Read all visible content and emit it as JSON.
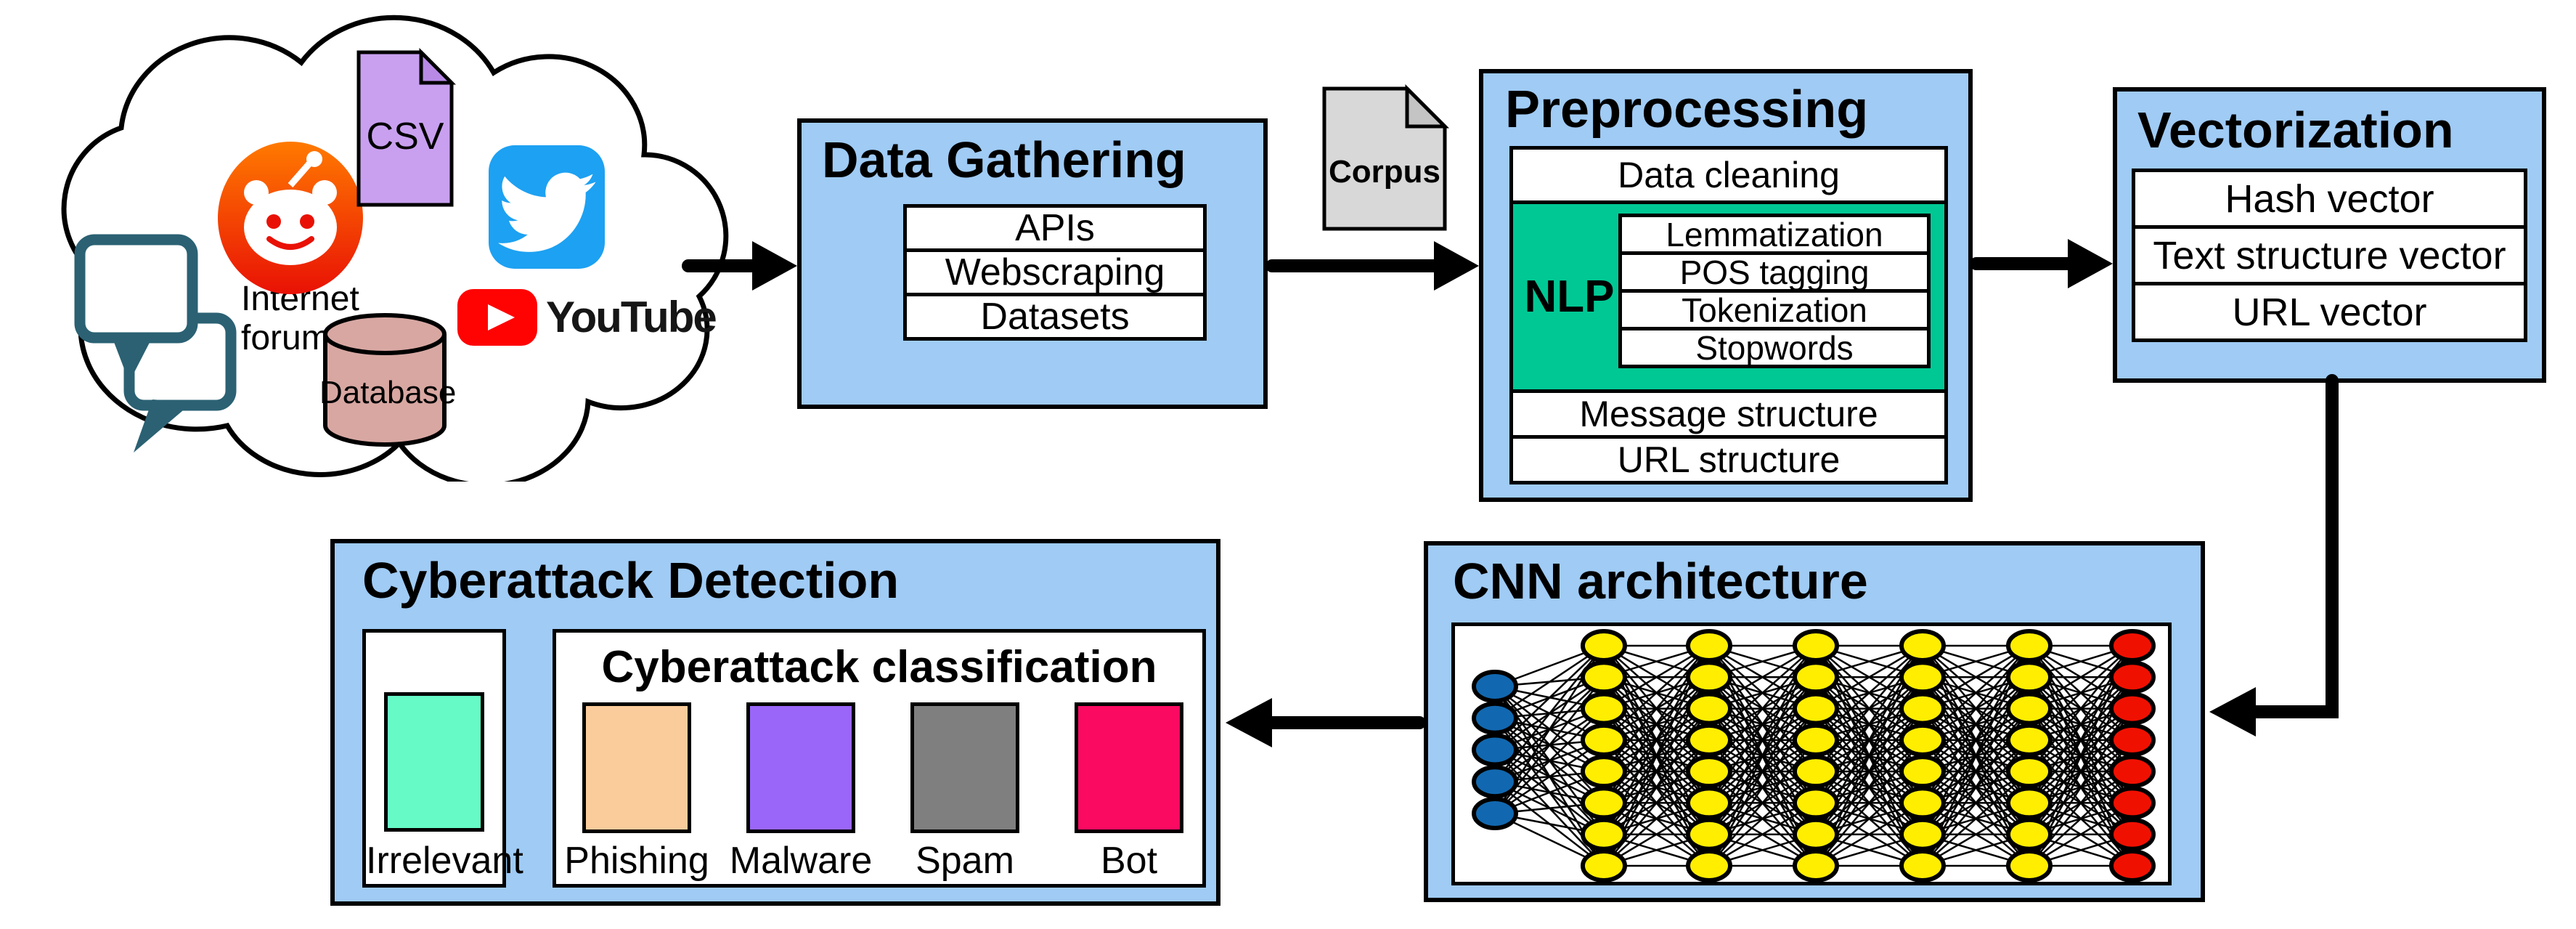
{
  "cloud": {
    "labels": {
      "internet_forums": "Internet forums",
      "csv": "CSV",
      "youtube": "YouTube",
      "database": "Database"
    }
  },
  "data_gathering": {
    "title": "Data Gathering",
    "items": [
      "APIs",
      "Webscraping",
      "Datasets"
    ]
  },
  "corpus": {
    "label": "Corpus"
  },
  "preprocessing": {
    "title": "Preprocessing",
    "data_cleaning": "Data cleaning",
    "nlp_label": "NLP",
    "nlp_items": [
      "Lemmatization",
      "POS tagging",
      "Tokenization",
      "Stopwords"
    ],
    "message_structure": "Message structure",
    "url_structure": "URL structure"
  },
  "vectorization": {
    "title": "Vectorization",
    "items": [
      "Hash vector",
      "Text structure vector",
      "URL vector"
    ]
  },
  "cnn": {
    "title": "CNN architecture",
    "network": {
      "input_nodes": 5,
      "hidden_layers": 5,
      "hidden_nodes_per_layer": 8,
      "output_nodes": 8,
      "input_color": "#1168b0",
      "hidden_color": "#ffee00",
      "output_color": "#f01000",
      "edge_color": "#000000"
    }
  },
  "detection": {
    "title": "Cyberattack Detection",
    "irrelevant_label": "Irrelevant",
    "irrelevant_color": "#66fbc6",
    "classification": {
      "title": "Cyberattack classification",
      "classes": [
        {
          "label": "Phishing",
          "color": "#fbcc9b"
        },
        {
          "label": "Malware",
          "color": "#9a66fa"
        },
        {
          "label": "Spam",
          "color": "#7f7f7f"
        },
        {
          "label": "Bot",
          "color": "#fb0a62"
        }
      ]
    }
  },
  "colors": {
    "panel_blue": "#9fcbf5",
    "nlp_green": "#00c894",
    "csv_doc": "#c9a0f0",
    "corpus_doc": "#d8d8d8",
    "database_fill": "#d8a7a2",
    "forum_teal": "#2b6173",
    "twitter_blue": "#1da1f2",
    "youtube_red": "#ff0202",
    "reddit_orange": "#ff6d00"
  }
}
